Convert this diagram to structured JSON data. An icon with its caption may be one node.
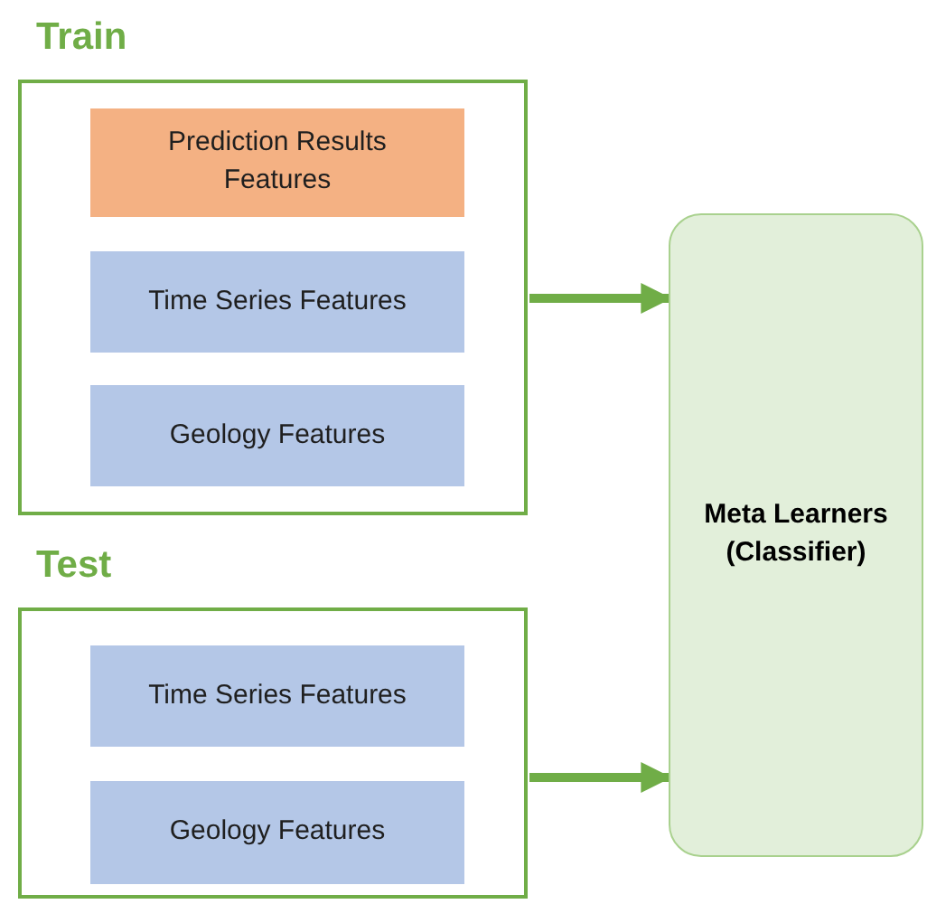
{
  "diagram": {
    "nodes": [
      {
        "text": [
          "Train"
        ]
      },
      {
        "text": [
          "Prediction Results Features"
        ],
        "in": 0
      },
      {
        "text": [
          "Time Series Features"
        ],
        "in": 0
      },
      {
        "text": [
          "Geology Features"
        ],
        "in": 0
      },
      {
        "text": [
          "Test"
        ]
      },
      {
        "text": [
          "Time Series Features"
        ],
        "in": 4
      },
      {
        "text": [
          "Geology Features"
        ],
        "in": 4
      },
      {
        "text": [
          "Meta Learners (Classifier)"
        ]
      }
    ],
    "edges": [
      {
        "from": 0,
        "to": 7,
        "arrow": "to"
      },
      {
        "from": 4,
        "to": 7,
        "arrow": "to"
      }
    ]
  }
}
